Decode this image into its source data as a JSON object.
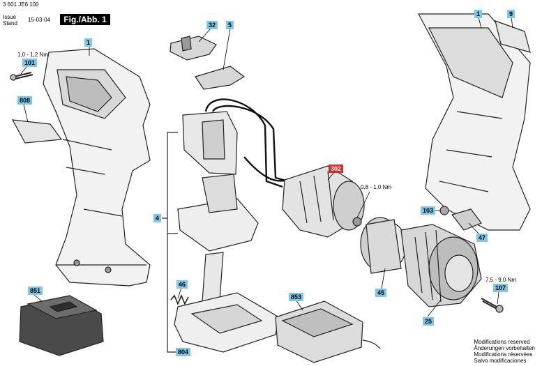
{
  "header": {
    "code": "3 601 JE6 100",
    "issue_label": "Issue",
    "stand_label": "Stand",
    "date": "15-03-04",
    "fig_label": "Fig./Abb. 1"
  },
  "parts": {
    "p1_left": "1",
    "p1_right": "1",
    "p9": "9",
    "p32": "32",
    "p5": "5",
    "p101": "101",
    "p808": "808",
    "p4": "4",
    "p302": "302",
    "p103": "103",
    "p47": "47",
    "p45": "45",
    "p46": "46",
    "p851": "851",
    "p853": "853",
    "p25": "25",
    "p107": "107",
    "p804": "804"
  },
  "torques": {
    "screw_101": "1,0 - 1,2 Nm",
    "gear_302": "0,8 - 1,0 Nm",
    "screw_107": "7,5 - 9,0 Nm"
  },
  "modifications": [
    "Modifications reserved",
    "Änderungen vorbehalten",
    "Modifications réservées",
    "Salvo modificaciones"
  ]
}
